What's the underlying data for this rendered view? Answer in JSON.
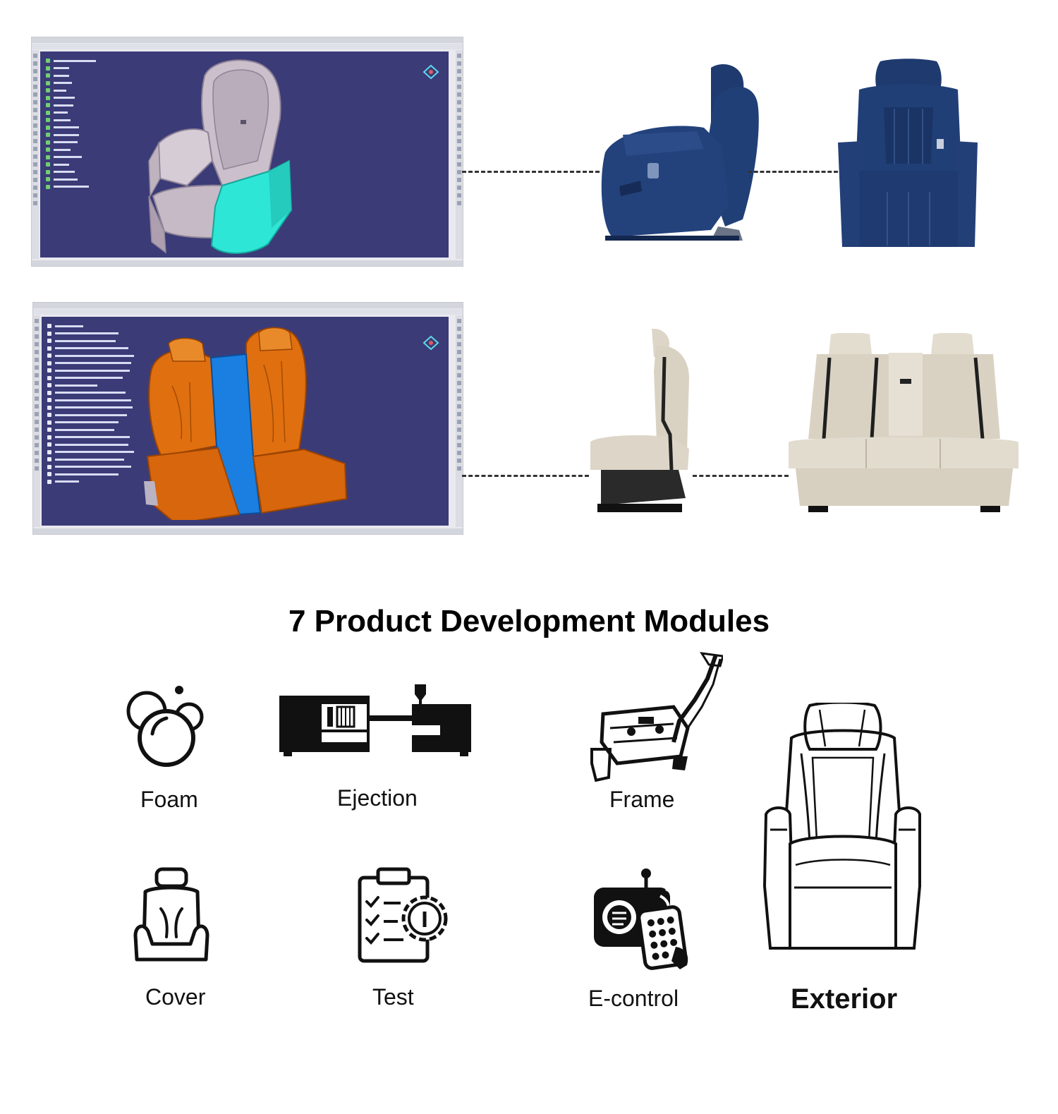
{
  "title": "7 Product Development Modules",
  "modules": [
    {
      "label": "Foam",
      "icon": "foam-bubbles-icon"
    },
    {
      "label": "Ejection",
      "icon": "injection-machine-icon"
    },
    {
      "label": "Frame",
      "icon": "seat-frame-icon"
    },
    {
      "label": "Cover",
      "icon": "seat-cover-icon"
    },
    {
      "label": "Test",
      "icon": "test-checklist-gear-icon"
    },
    {
      "label": "E-control",
      "icon": "remote-control-icon"
    },
    {
      "label": "Exterior",
      "icon": "exterior-seat-outline-icon"
    }
  ],
  "colors": {
    "cad_background": "#3b3b78",
    "single_seat_model": "#c9bcc8",
    "single_seat_panel": "#2ee6d6",
    "bench_seat_model": "#e06f10",
    "bench_seat_center": "#1a7fe0",
    "blue_leather": "#1f3a6e",
    "beige_fabric": "#ddd6c8"
  }
}
